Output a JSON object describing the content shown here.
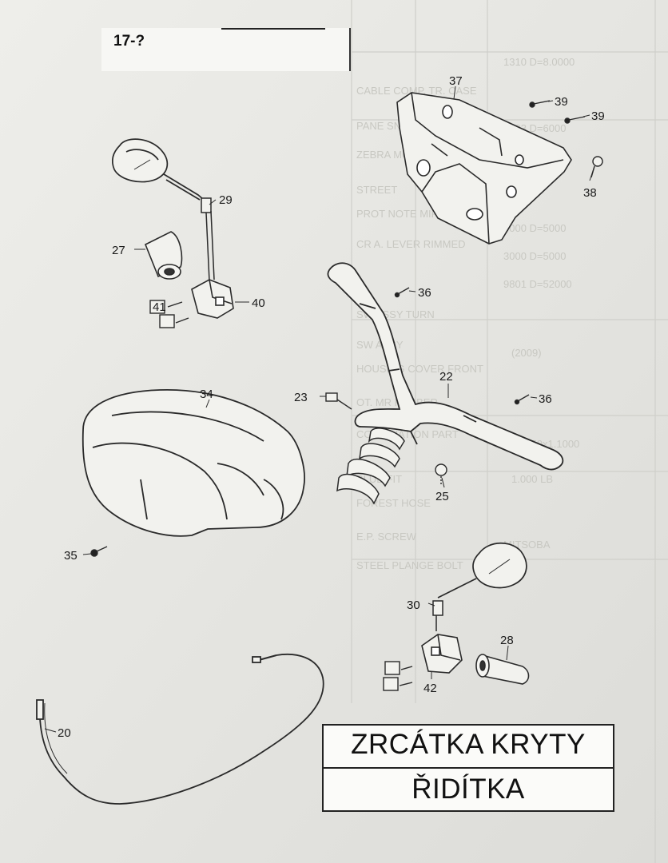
{
  "page_label": "17-?",
  "title": {
    "line1": "ZRCÁTKA KRYTY",
    "line2": "ŘIDÍTKA"
  },
  "callouts": [
    "37",
    "39",
    "39",
    "38",
    "29",
    "27",
    "40",
    "41",
    "36",
    "22",
    "23",
    "34",
    "36",
    "25",
    "35",
    "30",
    "28",
    "42",
    "20"
  ]
}
